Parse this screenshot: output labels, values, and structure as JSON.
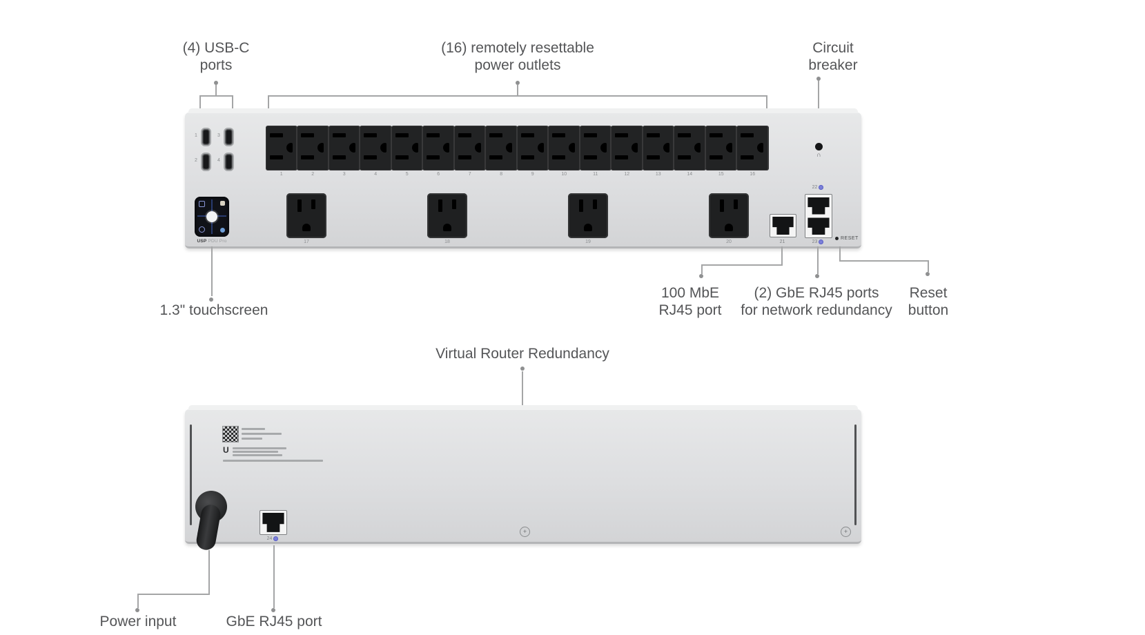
{
  "diagram": {
    "front": {
      "callout_usb": {
        "line1": "(4) USB-C",
        "line2": "ports"
      },
      "callout_outlets": {
        "line1": "(16) remotely resettable",
        "line2": "power outlets"
      },
      "callout_breaker": {
        "line1": "Circuit",
        "line2": "breaker"
      },
      "callout_touchscreen": "1.3\" touchscreen",
      "callout_100mbe": {
        "line1": "100 MbE",
        "line2": "RJ45 port"
      },
      "callout_gbe": {
        "line1": "(2) GbE RJ45 ports",
        "line2": "for network redundancy"
      },
      "callout_reset": {
        "line1": "Reset",
        "line2": "button"
      },
      "usb_port_numbers": [
        "1",
        "3",
        "2",
        "4"
      ],
      "outlet_numbers_top": [
        "1",
        "2",
        "3",
        "4",
        "5",
        "6",
        "7",
        "8",
        "9",
        "10",
        "11",
        "12",
        "13",
        "14",
        "15",
        "16"
      ],
      "outlet_numbers_bottom": [
        "17",
        "18",
        "19",
        "20"
      ],
      "port_labels": {
        "lan": "21",
        "wan1": "22",
        "wan2": "23"
      },
      "reset_text": "RESET",
      "breaker_symbol": "∩",
      "brand": {
        "bold": "USP",
        "rest": " PDU Pro"
      }
    },
    "back": {
      "callout_vrr": "Virtual Router Redundancy",
      "callout_power": "Power input",
      "callout_gbe": "GbE RJ45 port",
      "port_label": "24",
      "screw_glyph": "+"
    },
    "icons": {
      "globe": "globe-icon",
      "screw": "phillips-screw-icon",
      "breaker": "circuit-breaker-icon"
    },
    "colors": {
      "panel": "#e0e1e2",
      "outlet_black": "#1f2021",
      "callout_line": "#a4a5a6",
      "label_text": "#545557",
      "globe_blue": "#7c80d8"
    }
  }
}
